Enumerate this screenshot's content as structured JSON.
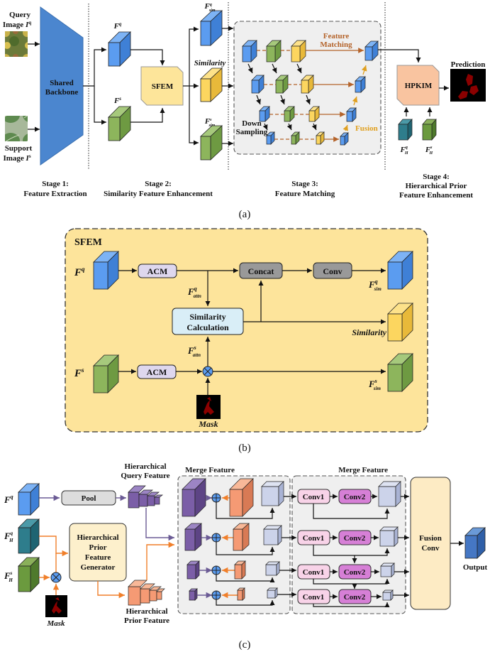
{
  "panel_a": {
    "query_image_label": "Query",
    "query_image_label2": "Image",
    "query_symbol": "I",
    "query_sup": "q",
    "support_image_label": "Support",
    "support_image_label2": "Image",
    "support_symbol": "I",
    "support_sup": "s",
    "backbone_line1": "Shared",
    "backbone_line2": "Backbone",
    "fq_label": "F",
    "fq_sup": "q",
    "fs_label": "F",
    "fs_sup": "s",
    "sfem_label": "SFEM",
    "fsimq_label": "F",
    "fsimq_sup": "q",
    "fsimq_sub": "sim",
    "similarity_label": "Similarity",
    "fsims_label": "F",
    "fsims_sup": "s",
    "fsims_sub": "sim",
    "feature_matching_line1": "Feature",
    "feature_matching_line2": "Matching",
    "down_sampling_line1": "Down",
    "down_sampling_line2": "Sampling",
    "fusion_label": "Fusion",
    "hpkim_label": "HPKIM",
    "prediction_label": "Prediction",
    "fhq_label": "F",
    "fhq_sup": "q",
    "fhq_sub": "H",
    "fhs_label": "F",
    "fhs_sup": "s",
    "fhs_sub": "H",
    "stages": [
      {
        "line1": "Stage 1:",
        "line2": "Feature Extraction"
      },
      {
        "line1": "Stage 2:",
        "line2": "Similarity Feature Enhancement"
      },
      {
        "line1": "Stage 3:",
        "line2": "Feature Matching"
      },
      {
        "line1": "Stage 4:",
        "line2": "Hierarchical Prior",
        "line3": "Feature Enhancement"
      }
    ],
    "caption": "(a)"
  },
  "panel_b": {
    "title": "SFEM",
    "fq_label": "F",
    "fq_sup": "q",
    "fs_label": "F",
    "fs_sup": "s",
    "acm_top": "ACM",
    "acm_bottom": "ACM",
    "concat_label": "Concat",
    "conv_label": "Conv",
    "fattnq_label": "F",
    "fattnq_sup": "q",
    "fattnq_sub": "attn",
    "fattns_label": "F",
    "fattns_sup": "s",
    "fattns_sub": "attn",
    "simcalc_line1": "Similarity",
    "simcalc_line2": "Calculation",
    "fsimq_label": "F",
    "fsimq_sup": "q",
    "fsimq_sub": "sim",
    "similarity_label": "Similarity",
    "fsims_label": "F",
    "fsims_sup": "s",
    "fsims_sub": "sim",
    "mask_label": "Mask",
    "caption": "(b)"
  },
  "panel_c": {
    "fq_label": "F",
    "fq_sup": "q",
    "fhq_label": "F",
    "fhq_sup": "q",
    "fhq_sub": "H",
    "fhs_label": "F",
    "fhs_sup": "s",
    "fhs_sub": "H",
    "pool_label": "Pool",
    "hqf_line1": "Hierarchical",
    "hqf_line2": "Query Feature",
    "hpfg_line1": "Hierarchical",
    "hpfg_line2": "Prior",
    "hpfg_line3": "Feature",
    "hpfg_line4": "Generator",
    "hpf_line1": "Hierarchical",
    "hpf_line2": "Prior Feature",
    "mask_label": "Mask",
    "merge_feature_1": "Merge Feature",
    "merge_feature_2": "Merge Feature",
    "conv1_label": "Conv1",
    "conv2_label": "Conv2",
    "fusion_conv_line1": "Fusion",
    "fusion_conv_line2": "Conv",
    "output_label": "Output",
    "caption": "(c)"
  },
  "colors": {
    "blue": "#5b9cf0",
    "green": "#8db55c",
    "yellow": "#fcd65f",
    "sfem_fill": "#fde59a",
    "hpkim_fill": "#f9c4a0",
    "panel_b_bg": "#fde49b",
    "teal": "#2e7d8c",
    "purple": "#7b5ea7",
    "salmon": "#f59a74",
    "lavender": "#ccd3ea",
    "conv1": "#f8d3e8",
    "conv2": "#d67fd6",
    "fusion_conv": "#fdebc4",
    "hpfg": "#fdf0cc",
    "simcalc": "#d9eef7",
    "acm": "#ded7ee",
    "gray_box": "#999999",
    "pool": "#dddddd",
    "orange_arrow": "#f07f2a",
    "brown_arrow": "#b4632a",
    "gold_arrow": "#e0a020"
  }
}
